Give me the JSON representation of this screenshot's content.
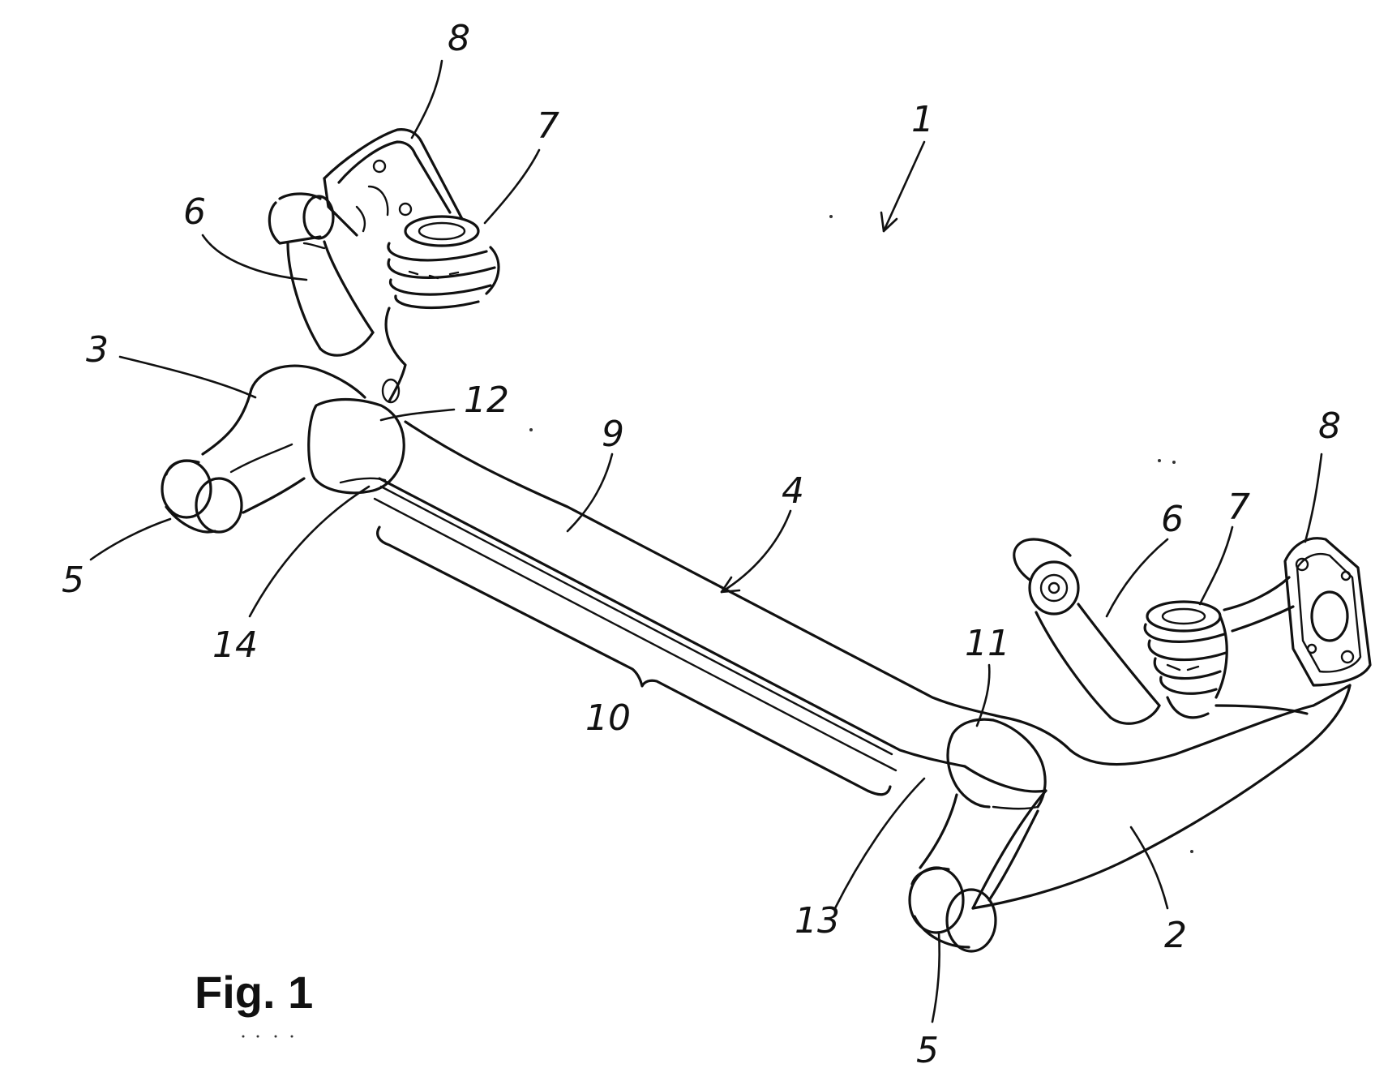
{
  "figure": {
    "caption": "Fig. 1"
  },
  "labels": {
    "axle_assembly": "1",
    "right_trailing_arm": "2",
    "left_trailing_arm": "3",
    "cross_member": "4",
    "bearing_left": "5",
    "bearing_right": "5",
    "damper_left": "6",
    "damper_right": "6",
    "spring_left": "7",
    "spring_right": "7",
    "bracket_left": "8",
    "bracket_right": "8",
    "profile_top": "9",
    "middle_section": "10",
    "end_section_right": "11",
    "end_section_left": "12",
    "edge_13": "13",
    "edge_14": "14"
  }
}
